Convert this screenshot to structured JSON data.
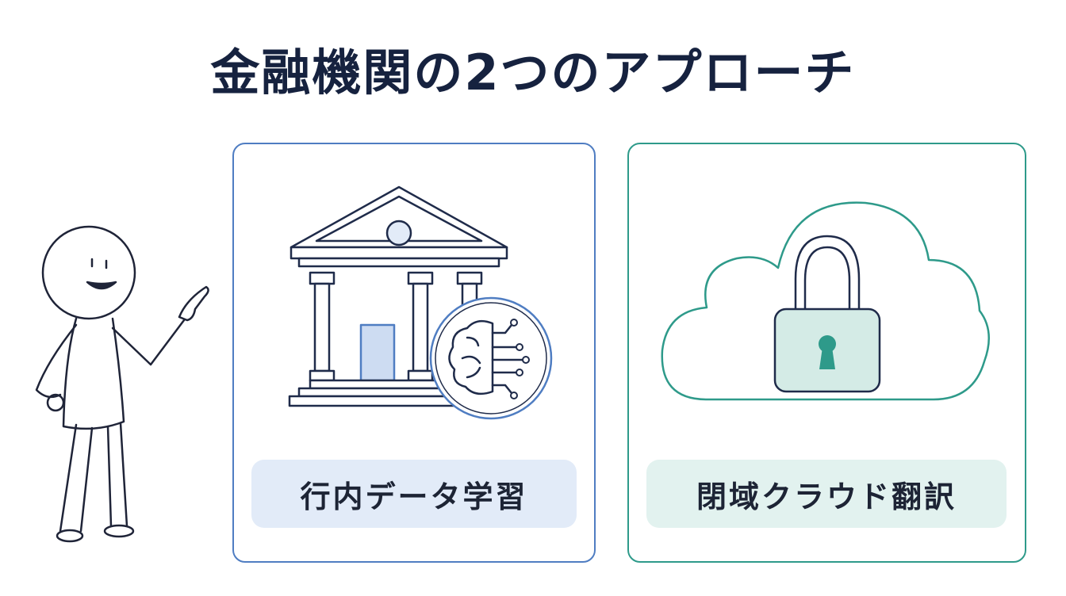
{
  "title": "金融機関の2つのアプローチ",
  "cards": [
    {
      "label": "行内データ学習",
      "icon": "bank-brain-icon",
      "accent": "#4f7dc2",
      "fill": "#e2ebf8"
    },
    {
      "label": "閉域クラウド翻訳",
      "icon": "cloud-lock-icon",
      "accent": "#2e9a8a",
      "fill": "#e2f2ef"
    }
  ],
  "colors": {
    "ink": "#16223f",
    "navy_line": "#1f2b4a"
  }
}
